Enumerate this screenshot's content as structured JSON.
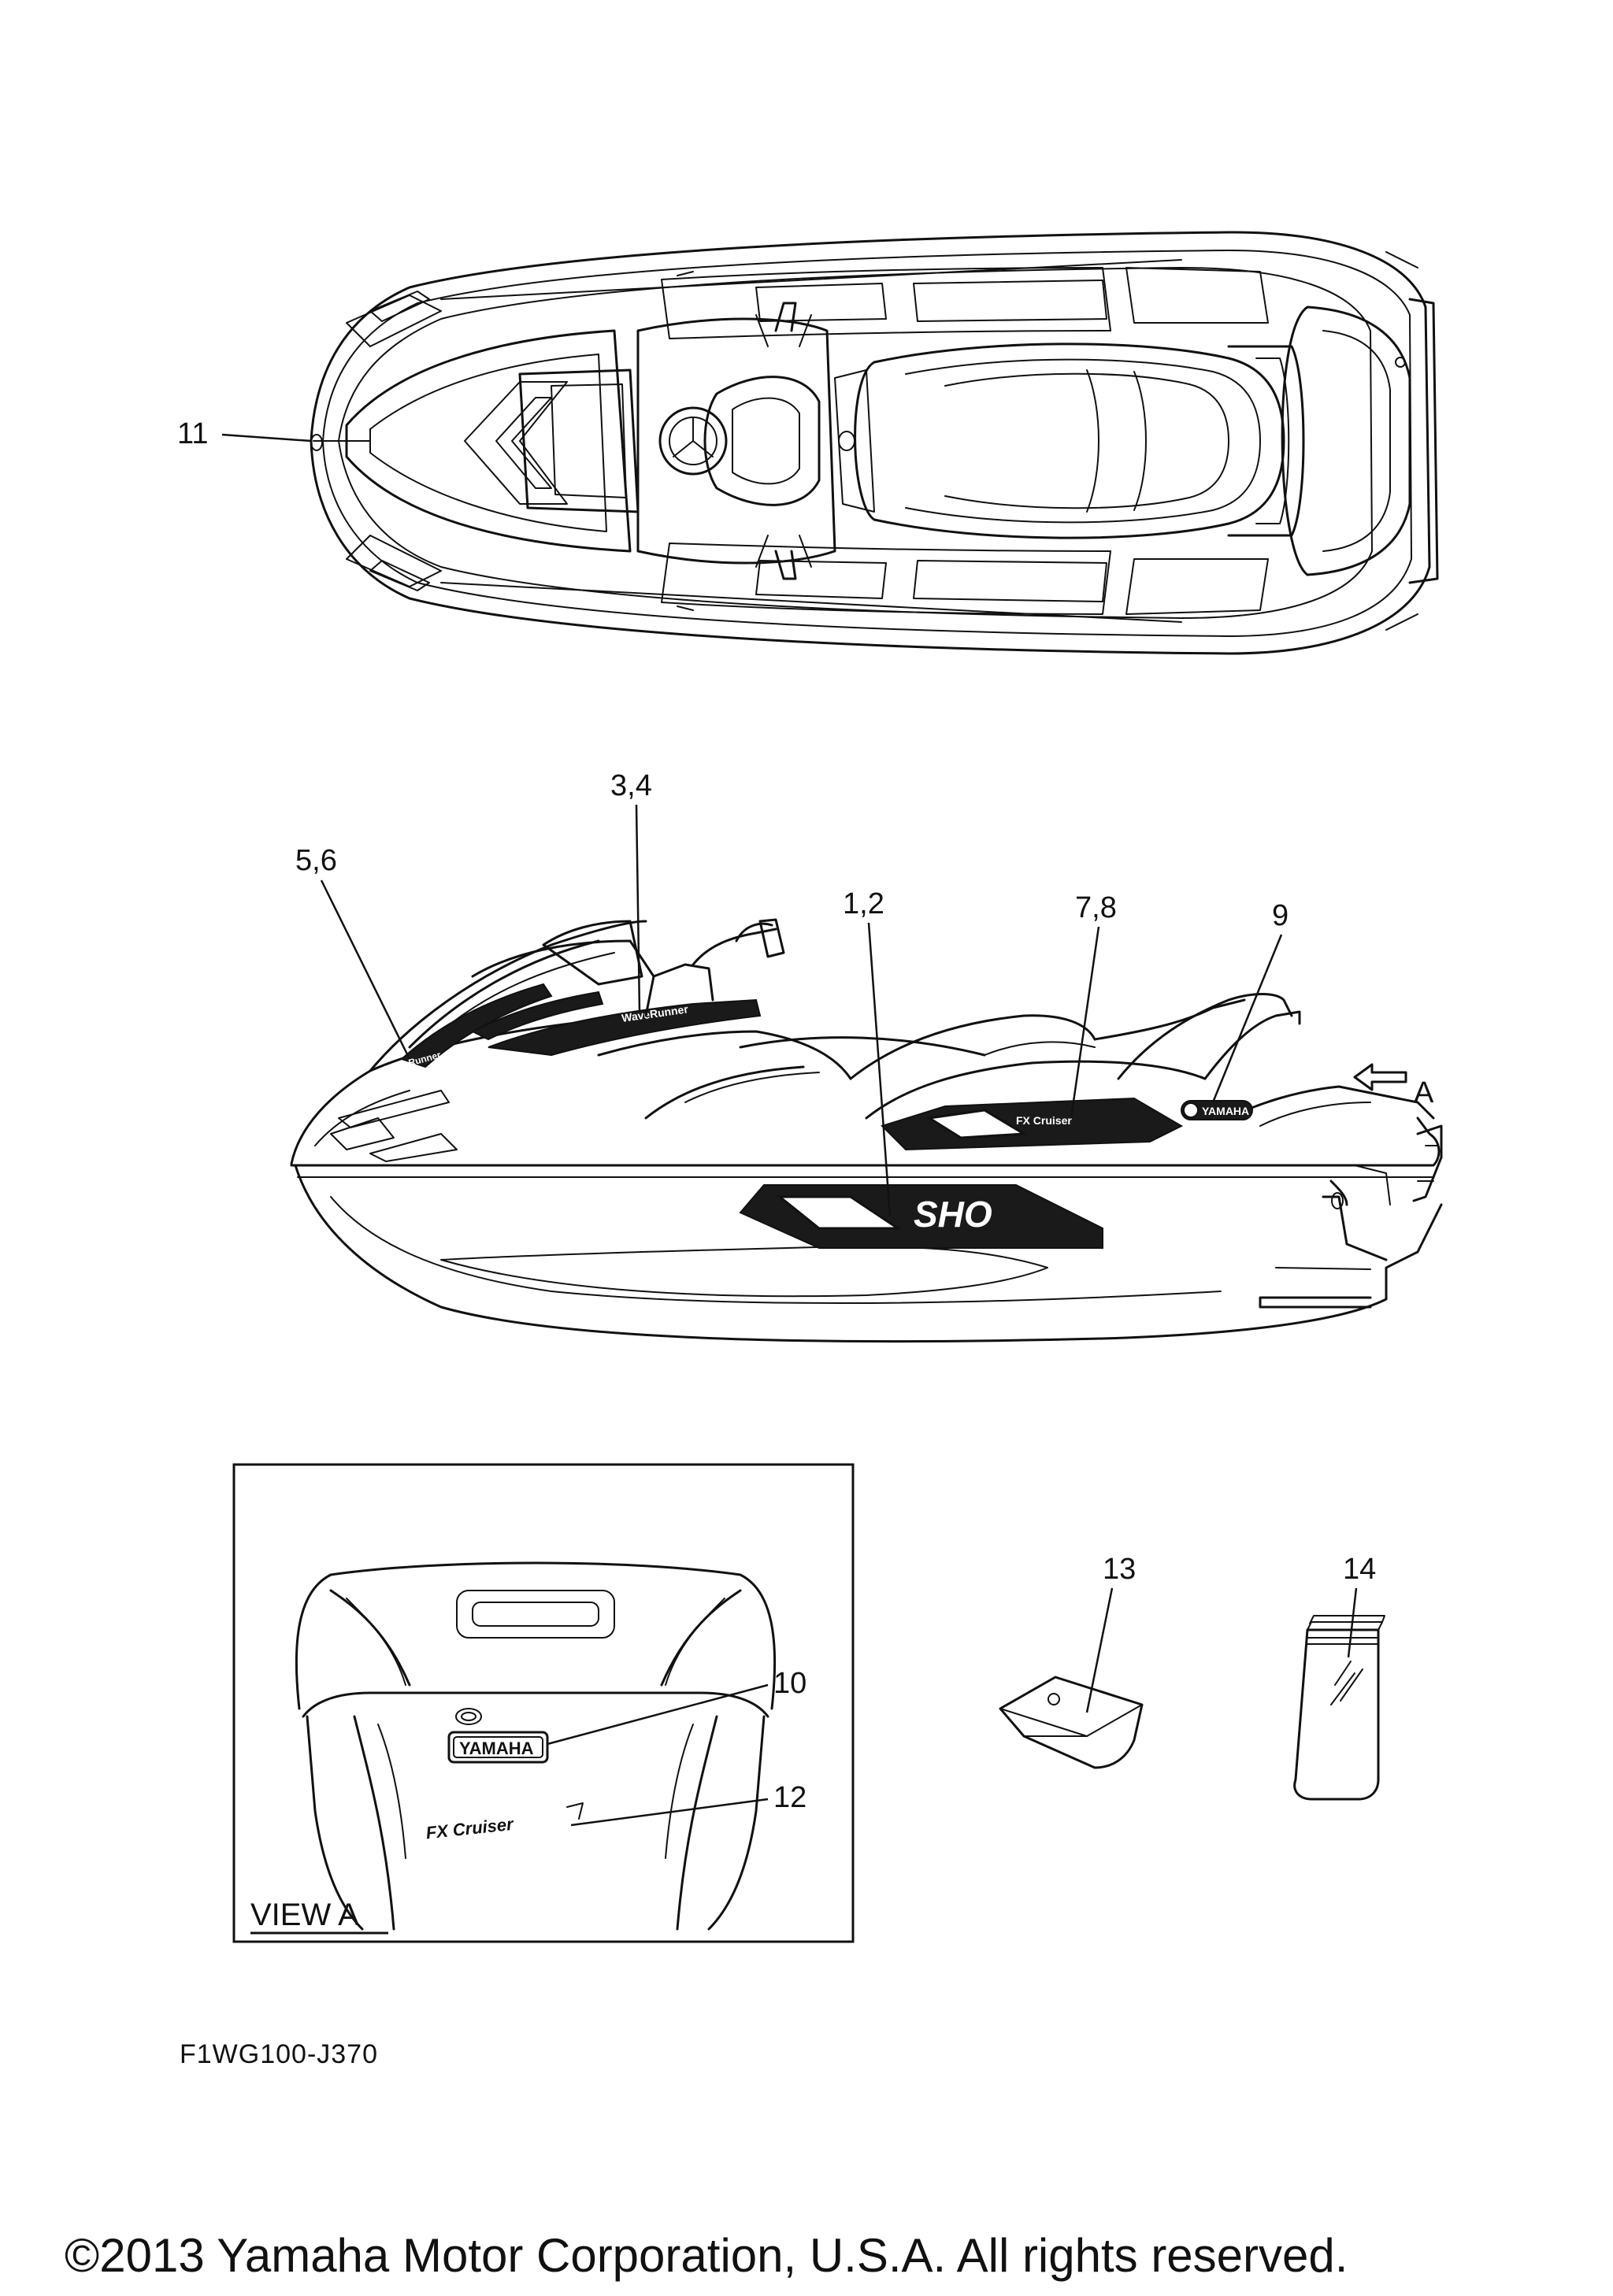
{
  "callouts": {
    "c11": "11",
    "c34": "3,4",
    "c56": "5,6",
    "c12b": "1,2",
    "c78": "7,8",
    "c9": "9",
    "cA": "A",
    "c10": "10",
    "c12": "12",
    "c13": "13",
    "c14": "14"
  },
  "view_label": "VIEW A",
  "drawing_code": "F1WG100-J370",
  "copyright": "©2013 Yamaha Motor Corporation, U.S.A. All rights reserved.",
  "decals": {
    "side_model": "SHO",
    "rear_brand": "YAMAHA",
    "side_brand": "YAMAHA",
    "hood_name": "WaveRunner",
    "rear_model": "FX Cruiser"
  },
  "icons": [
    "top-view-watercraft",
    "side-view-watercraft",
    "rear-view-watercraft",
    "decal-sheet-icon",
    "manual-pouch-icon",
    "view-direction-arrow-icon"
  ]
}
